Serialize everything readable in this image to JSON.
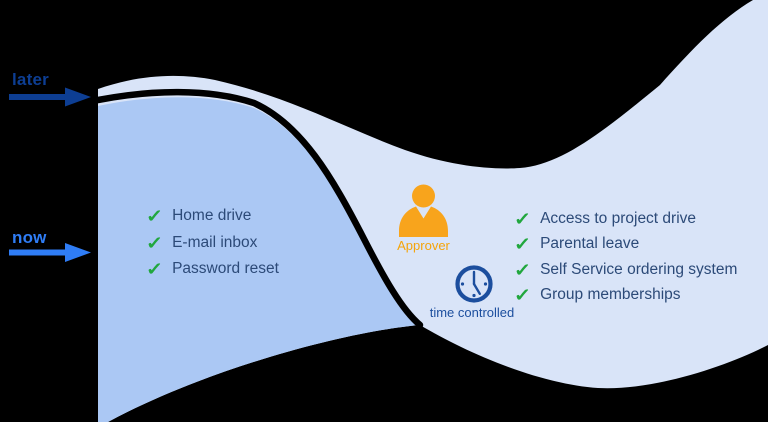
{
  "colors": {
    "background": "#000000",
    "funnel_light_blue": "#d9e4f8",
    "funnel_medium_blue": "#abc8f4",
    "divider_curve": "#000000",
    "later_blue": "#0d3e93",
    "now_blue": "#2f7df6",
    "check_green": "#21a73e",
    "list_text_navy": "#2c4a78",
    "approver_orange": "#f8a41c",
    "clock_blue": "#1c4e9e"
  },
  "labels": {
    "later": "later",
    "now": "now",
    "approver": "Approver",
    "time_controlled": "time controlled"
  },
  "icons": {
    "check": "✓",
    "later_arrow": "right-arrow",
    "now_arrow": "right-arrow",
    "approver": "person-icon",
    "time_controlled": "clock-icon"
  },
  "now_services": {
    "items": [
      "Home drive",
      "E-mail inbox",
      "Password reset"
    ]
  },
  "later_services": {
    "items": [
      "Access to project drive",
      "Parental leave",
      "Self Service ordering system",
      "Group memberships"
    ]
  }
}
